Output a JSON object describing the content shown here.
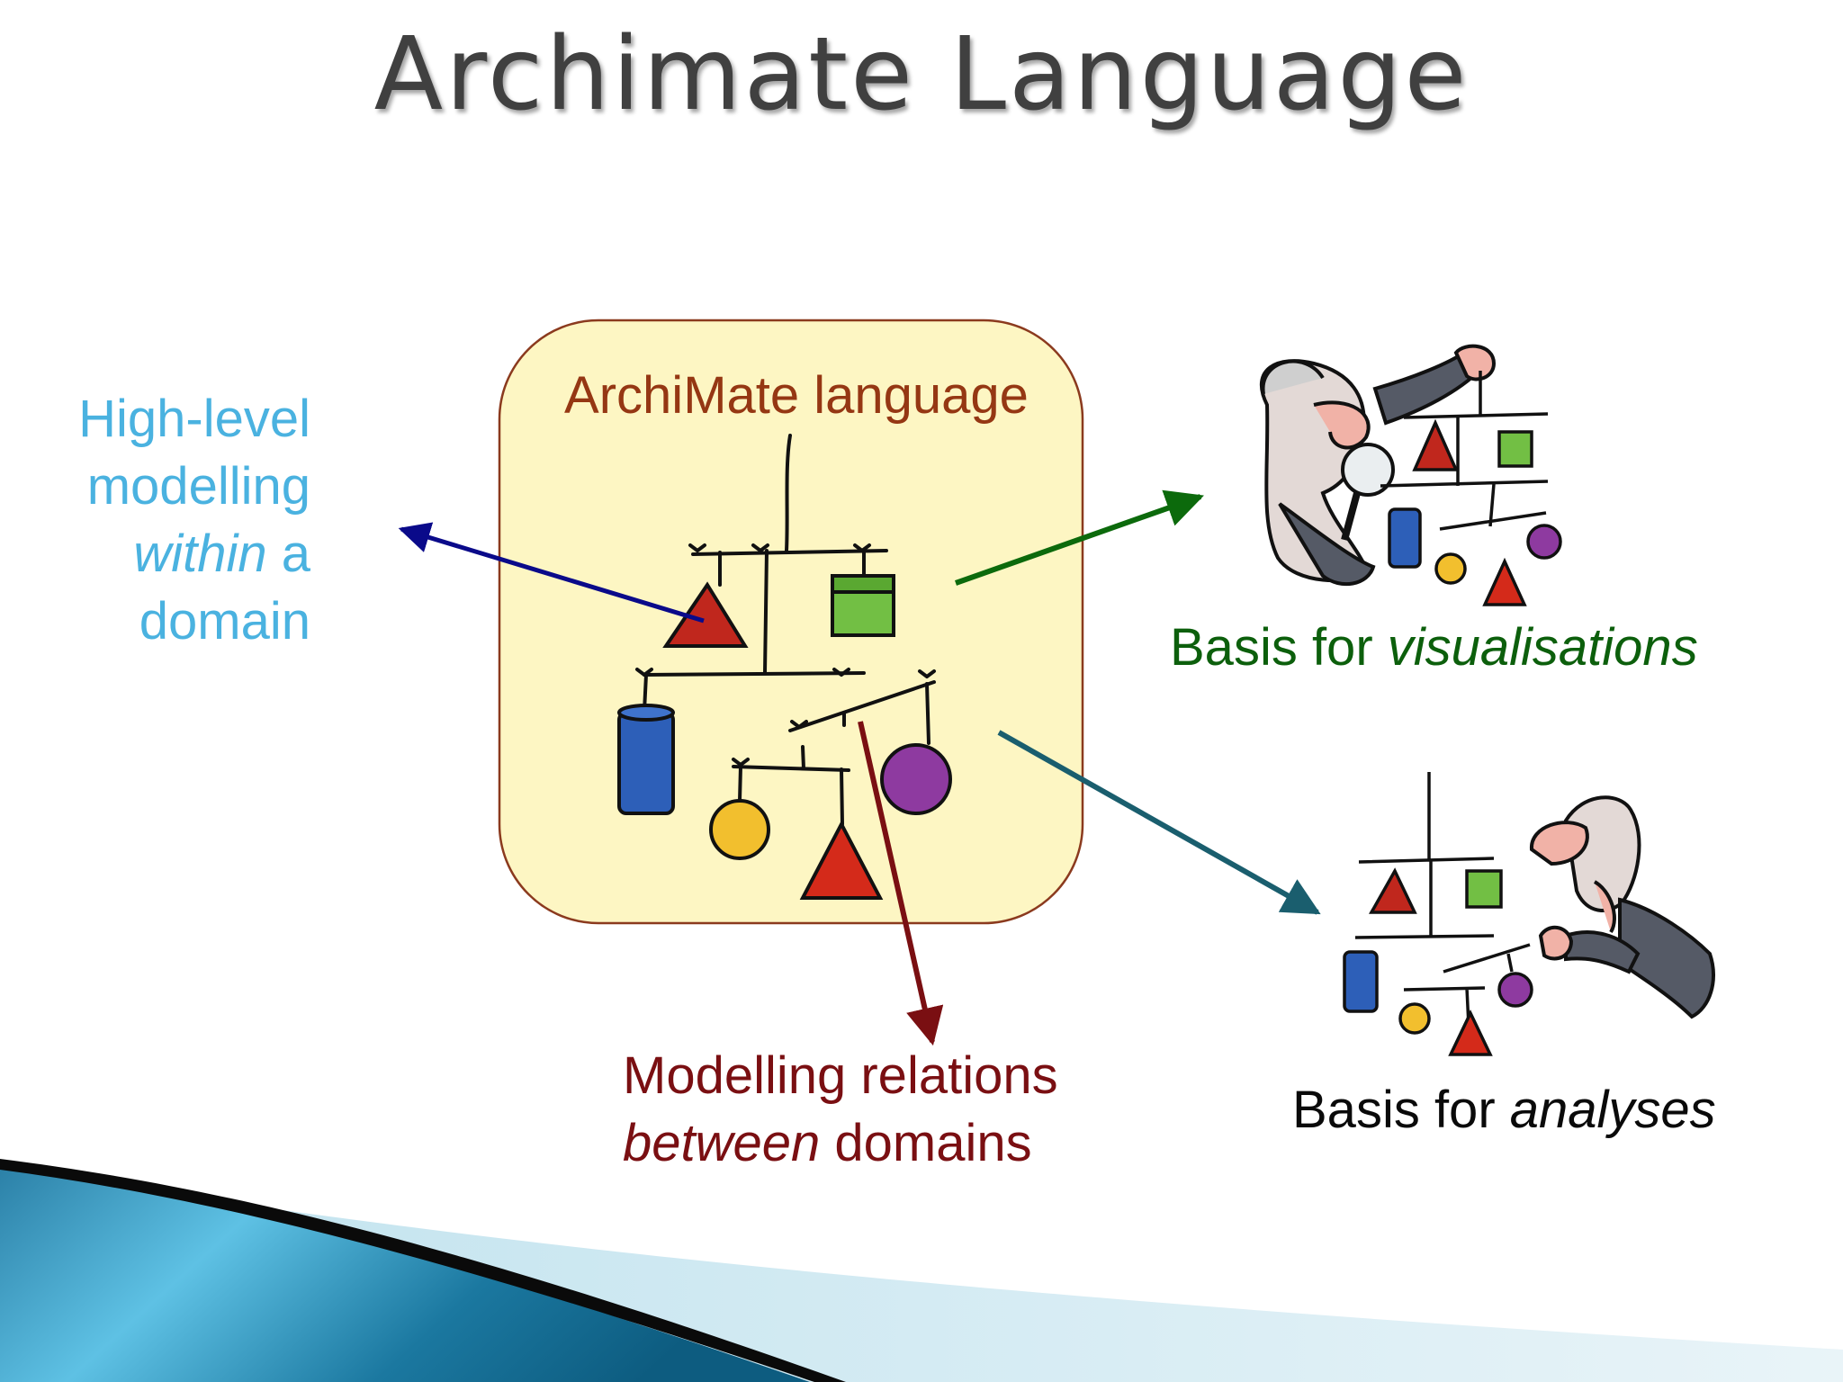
{
  "slide": {
    "title": "Archimate Language"
  },
  "box": {
    "label": "ArchiMate language",
    "fill": "#fdf6c3",
    "stroke": "#8b3a1e"
  },
  "left_note": {
    "line1": "High-level",
    "line2": "modelling",
    "line3_italic": "within",
    "line3_rest": " a",
    "line4": "domain",
    "color": "#4ab2e0"
  },
  "visualisation_note": {
    "prefix": "Basis for ",
    "italic": "visualisations",
    "color": "#0c5f0c"
  },
  "analysis_note": {
    "prefix": "Basis for ",
    "italic": "analyses",
    "color": "#0a0a0a"
  },
  "relations_note": {
    "line1": "Modelling relations",
    "line2_italic": "between",
    "line2_rest": " domains",
    "color": "#7a0f12"
  },
  "arrows": {
    "left_color": "#0a0a8a",
    "visual_color": "#0c6a0c",
    "analysis_color": "#1a5e6e",
    "relations_color": "#7a0f12"
  },
  "icons": {
    "mobile": "hanging-mobile-illustration",
    "inspector": "man-with-magnifier-illustration",
    "analyst": "thinking-man-illustration"
  }
}
